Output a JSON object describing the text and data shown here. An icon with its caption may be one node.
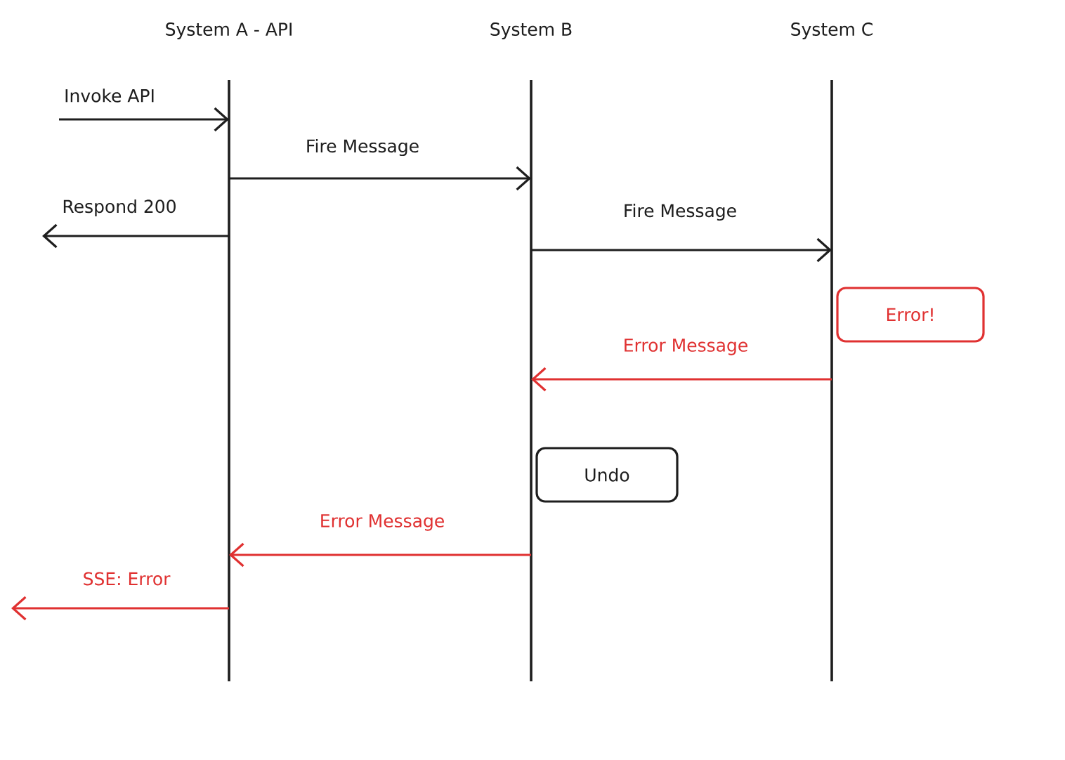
{
  "diagram": {
    "nodes": [
      {
        "text": [
          "System A - API"
        ]
      },
      {
        "text": [
          "System B"
        ]
      },
      {
        "text": [
          "System C"
        ]
      },
      {
        "text": [
          "Error!"
        ]
      },
      {
        "text": [
          "Undo"
        ]
      }
    ],
    "edges": [
      {
        "from": null,
        "to": 0,
        "arrow": "to",
        "label": "Invoke API"
      },
      {
        "from": 0,
        "to": 1,
        "arrow": "to",
        "label": "Fire Message"
      },
      {
        "from": 0,
        "to": null,
        "arrow": "to",
        "label": "Respond 200"
      },
      {
        "from": 1,
        "to": 2,
        "arrow": "to",
        "label": "Fire Message"
      },
      {
        "from": 2,
        "to": 1,
        "arrow": "to",
        "label": "Error Message",
        "color": "#e03131"
      },
      {
        "from": 1,
        "to": 0,
        "arrow": "to",
        "label": "Error Message",
        "color": "#e03131"
      },
      {
        "from": 0,
        "to": null,
        "arrow": "to",
        "label": "SSE: Error",
        "color": "#e03131"
      }
    ]
  }
}
